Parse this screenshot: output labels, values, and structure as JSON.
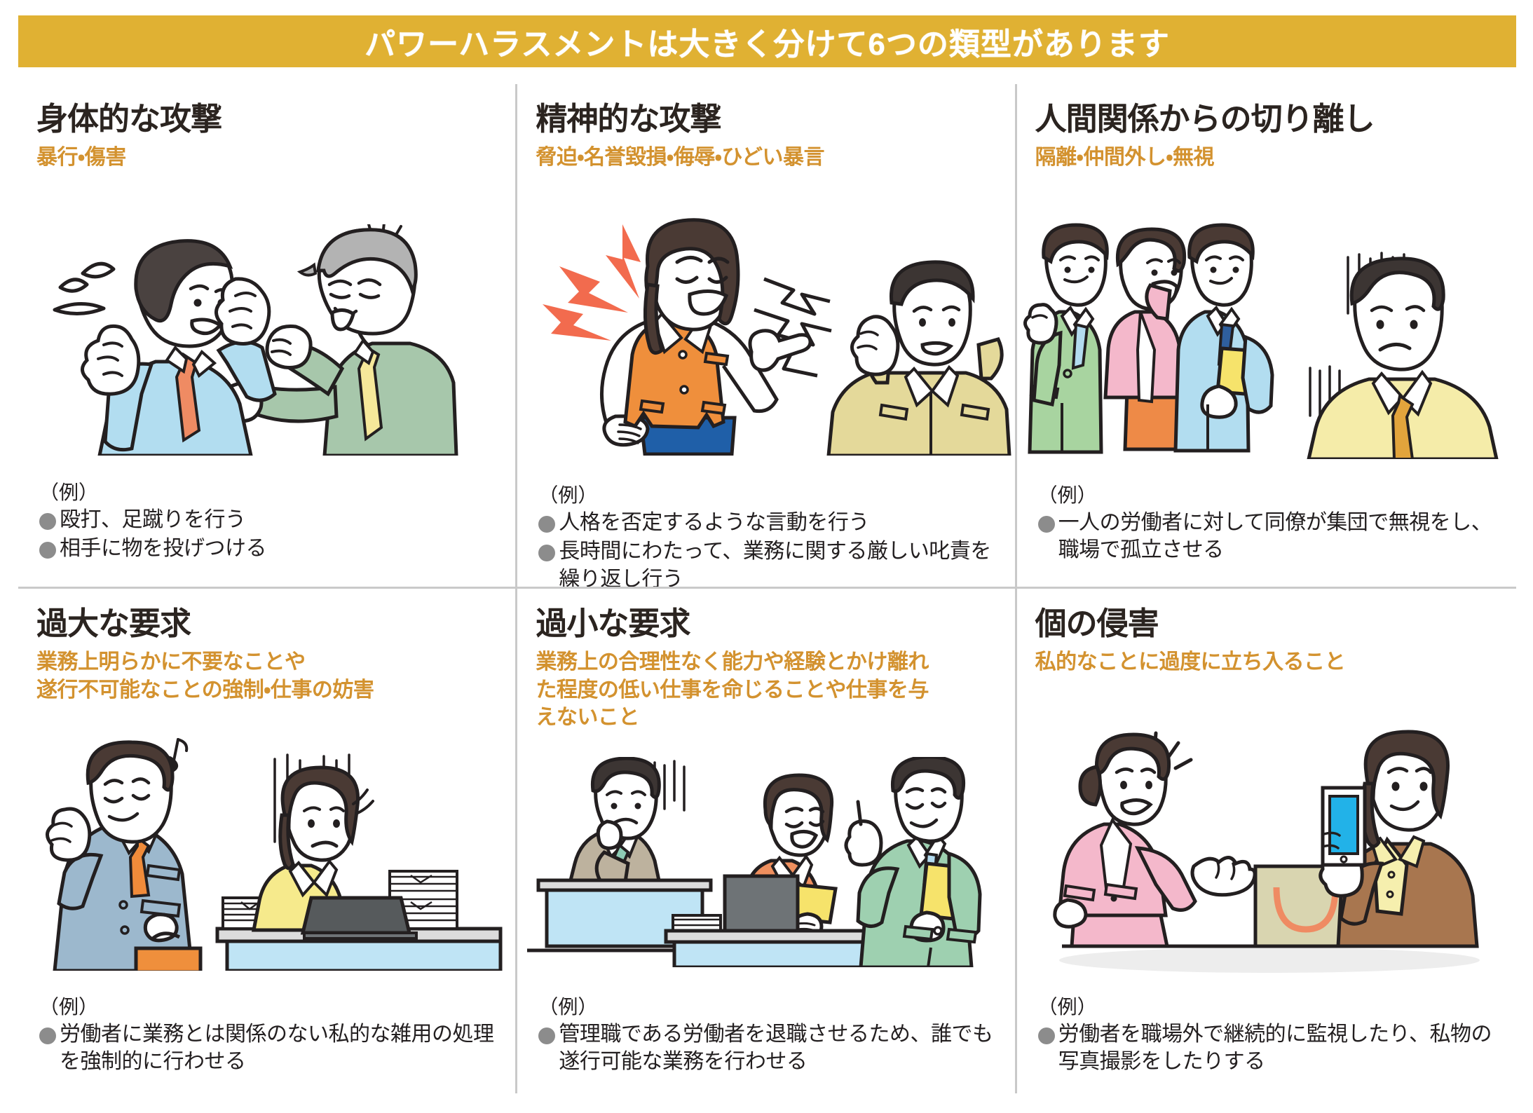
{
  "header": {
    "title": "パワーハラスメントは大きく分けて6つの類型があります",
    "background_color": "#e0b133",
    "text_color": "#ffffff"
  },
  "theme": {
    "title_color": "#2b2420",
    "subtitle_color": "#d3922f",
    "body_color": "#231f20",
    "bullet_color": "#8c8c8c",
    "divider_color": "#c9c9c9"
  },
  "example_label": "（例）",
  "panels": [
    {
      "id": "physical-attack",
      "title": "身体的な攻撃",
      "subtitle": "暴行・傷害",
      "examples": [
        "殴打、足蹴りを行う",
        "相手に物を投げつける"
      ],
      "illustration": "man-in-light-blue-suit-shielding-from-angry-gray-haired-man-in-green-suit"
    },
    {
      "id": "mental-attack",
      "title": "精神的な攻撃",
      "subtitle": "脅迫・名誉毀損・侮辱・ひどい暴言",
      "examples": [
        "人格を否定するような言動を行う",
        "長時間にわたって、業務に関する厳しい叱責を繰り返し行う"
      ],
      "illustration": "woman-in-orange-vest-shouting-at-man-covering-ears"
    },
    {
      "id": "isolation",
      "title": "人間関係からの切り離し",
      "subtitle": "隔離・仲間外し・無視",
      "examples": [
        "一人の労働者に対して同僚が集団で無視をし、職場で孤立させる"
      ],
      "illustration": "three-colleagues-gossiping-while-man-in-yellow-suit-is-isolated"
    },
    {
      "id": "excessive-demand",
      "title": "過大な要求",
      "subtitle": "業務上明らかに不要なことや\n遂行不可能なことの強制・仕事の妨害",
      "subtitle_lines": [
        "業務上明らかに不要なことや",
        "遂行不可能なことの強制・仕事の妨害"
      ],
      "examples": [
        "労働者に業務とは関係のない私的な雑用の処理を強制的に行わせる"
      ],
      "illustration": "boss-leaving-with-briefcase-while-woman-buried-in-paperwork-at-desk"
    },
    {
      "id": "insufficient-demand",
      "title": "過小な要求",
      "subtitle": "業務上の合理性なく能力や経験とかけ離れた程度の低い仕事を命じることや仕事を与えないこと",
      "subtitle_lines": [
        "業務上の合理性なく能力や経験とかけ離れ",
        "た程度の低い仕事を命じることや仕事を与",
        "えないこと"
      ],
      "examples": [
        "管理職である労働者を退職させるため、誰でも遂行可能な業務を行わせる"
      ],
      "illustration": "lonely-man-at-empty-desk-while-two-colleagues-work-together"
    },
    {
      "id": "privacy-invasion",
      "title": "個の侵害",
      "subtitle": "私的なことに過度に立ち入ること",
      "subtitle_lines": [
        "私的なことに過度に立ち入ること"
      ],
      "examples": [
        "労働者を職場外で継続的に監視したり、私物の写真撮影をしたりする"
      ],
      "illustration": "woman-photographing-another-womans-shopping-bag-with-smartphone"
    }
  ]
}
